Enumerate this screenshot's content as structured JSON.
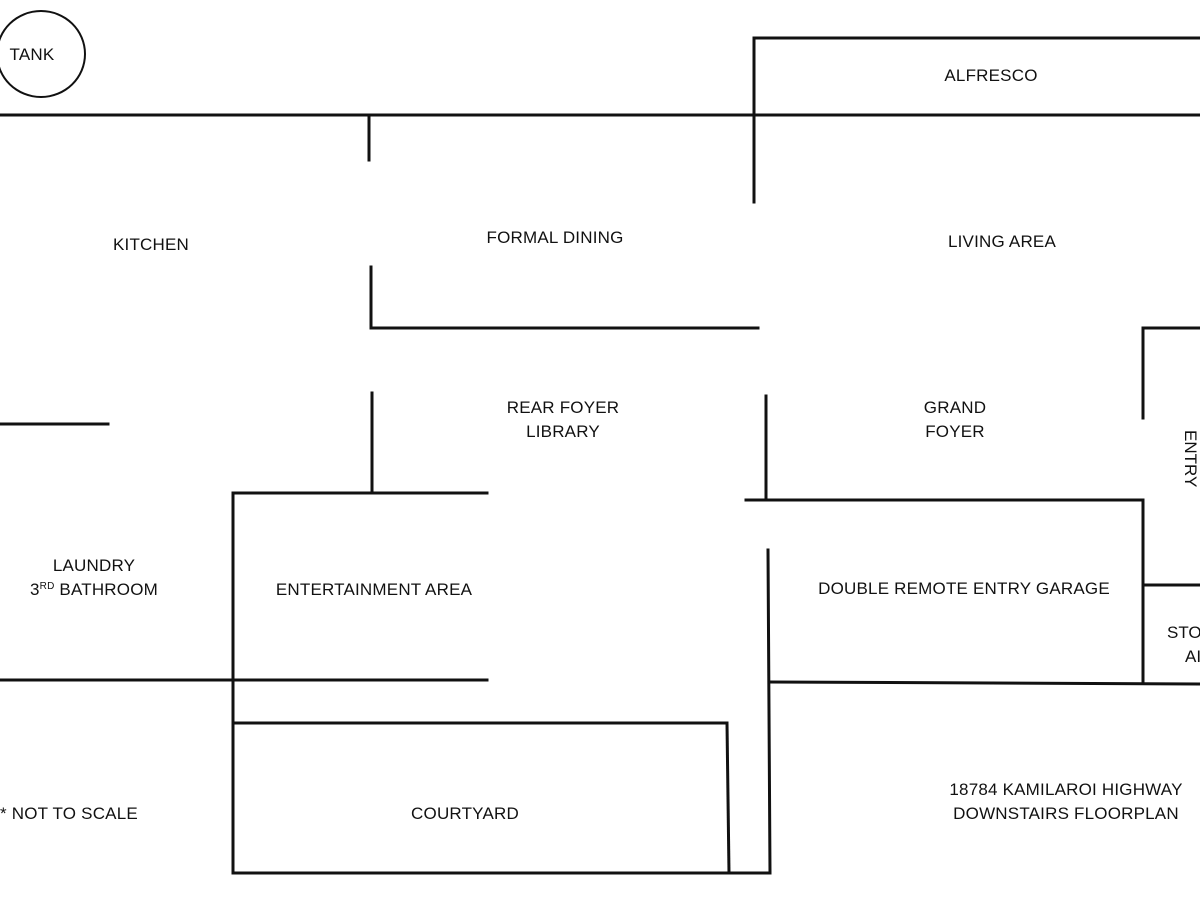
{
  "rooms": {
    "tank": "TANK",
    "alfresco": "ALFRESCO",
    "kitchen": "KITCHEN",
    "formal_dining": "FORMAL DINING",
    "living_area": "LIVING AREA",
    "rear_foyer_library": {
      "line1": "REAR FOYER",
      "line2": "LIBRARY"
    },
    "grand_foyer": {
      "line1": "GRAND",
      "line2": "FOYER"
    },
    "entry": "ENTRY",
    "laundry_bathroom": {
      "line1": "LAUNDRY",
      "line2_num": "3",
      "line2_sup": "RD",
      "line2_rest": " BATHROOM"
    },
    "entertainment_area": "ENTERTAINMENT AREA",
    "garage": "DOUBLE REMOTE ENTRY GARAGE",
    "store": {
      "line1": "STO",
      "line2": "AI"
    },
    "courtyard": "COURTYARD"
  },
  "notes": {
    "scale_note": "* NOT TO SCALE",
    "address": "18784 KAMILAROI HIGHWAY",
    "plan_title": "DOWNSTAIRS FLOORPLAN"
  },
  "colors": {
    "line": "#111111",
    "background": "#ffffff"
  }
}
